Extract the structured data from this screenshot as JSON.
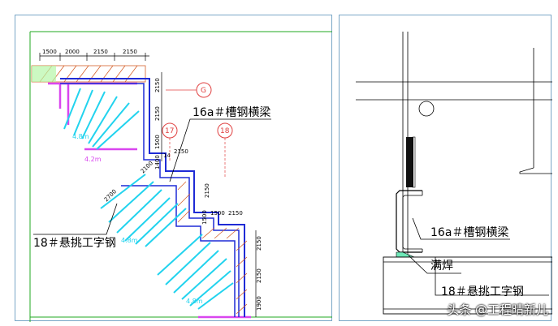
{
  "left": {
    "top_dims": [
      "1500",
      "2000",
      "2150",
      "2150"
    ],
    "right_dims_upper": [
      "2150",
      "2150",
      "1500"
    ],
    "small_dims": [
      "1400",
      "14"
    ],
    "mid_dims": [
      "2150",
      "2100",
      "2150"
    ],
    "lower_dims": [
      "1500",
      "1500",
      "2150"
    ],
    "bottom_dims": [
      "2150",
      "2150",
      "1900"
    ],
    "diag_dim": "2700",
    "axis_labels": [
      "G",
      "17",
      "18"
    ],
    "label_channel_beam": "16a＃槽钢横梁",
    "label_i_beam": "18＃悬挑工字钢",
    "cyan_labels": [
      "4.8m",
      "4.8m",
      "4.8m"
    ],
    "magenta_label": "4.2m"
  },
  "right": {
    "label_channel_beam": "16a＃槽钢横梁",
    "label_weld": "满焊",
    "label_i_beam": "18＃悬挑工字钢"
  },
  "watermark": "头条 @工程晴新儿",
  "colors": {
    "blue": "#1f2bd6",
    "cyan": "#22d3ee",
    "magenta": "#d946ef",
    "green": "#22aa22",
    "hatch": "#d4602a",
    "axis": "#e04040"
  }
}
